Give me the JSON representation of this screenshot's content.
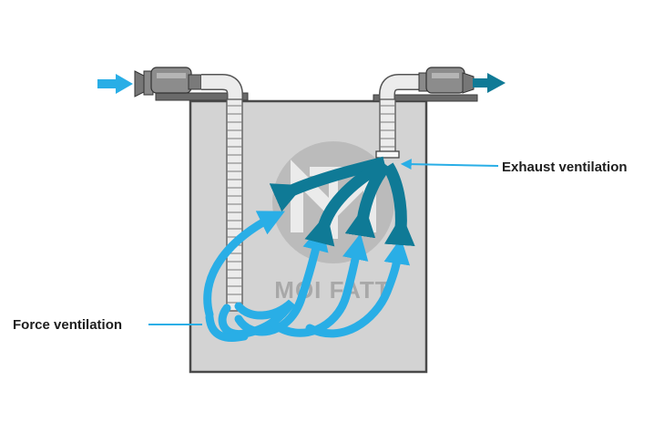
{
  "labels": {
    "exhaust": "Exhaust ventilation",
    "force": "Force ventilation"
  },
  "watermark": {
    "text": "MOI FATT"
  },
  "colors": {
    "air_flow": "#29aee6",
    "exhaust_flow": "#0f7a96",
    "tank_fill": "#d3d3d3",
    "tank_outline": "#4a4a4a",
    "watermark": "#9a9a9a"
  },
  "icons": {
    "inlet_arrow": "arrow-right-icon",
    "outlet_arrow": "arrow-right-icon",
    "blower": "blower-fan-icon",
    "exhaust_fan": "exhaust-fan-icon"
  }
}
